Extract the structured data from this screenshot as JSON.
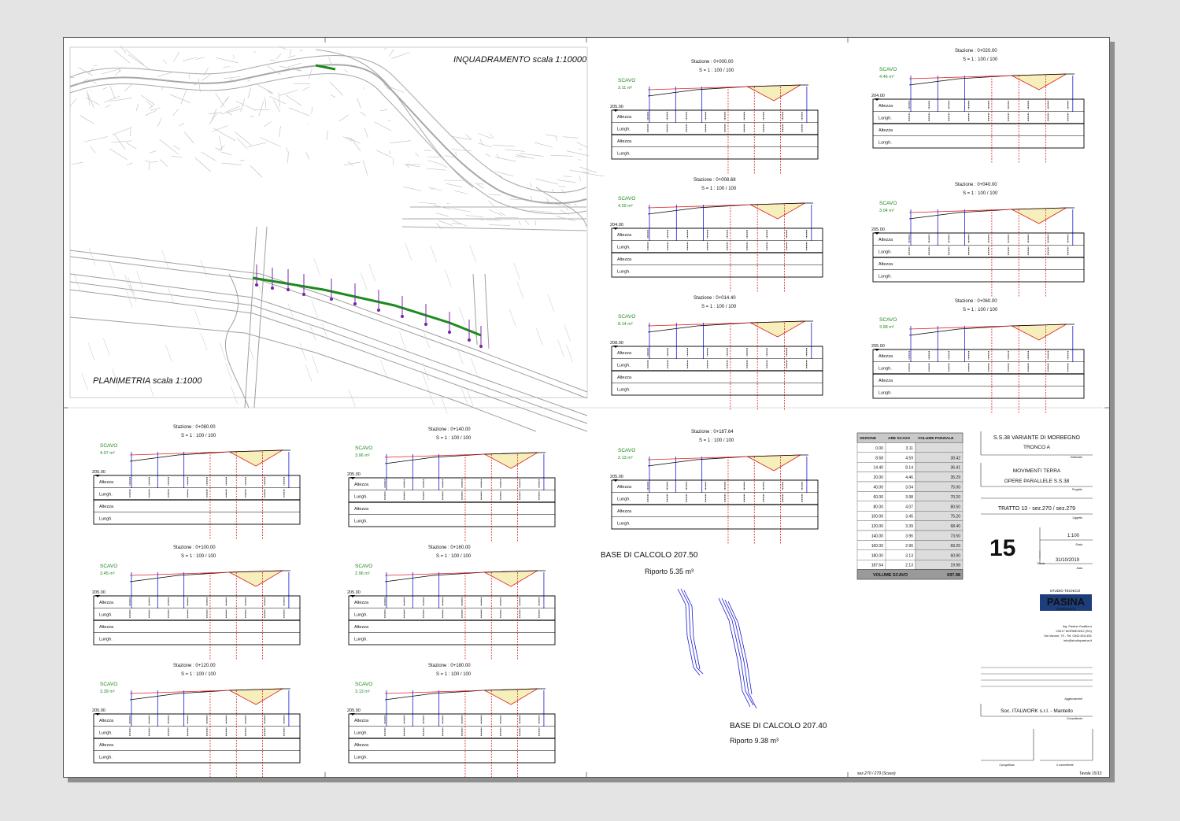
{
  "maps": {
    "inquadramento_label": "INQUADRAMENTO scala 1:10000",
    "planimetria_label": "PLANIMETRIA scala 1:1000"
  },
  "sections": [
    {
      "id": "s000",
      "station": "Stazione : 0+000.00",
      "scale": "S = 1 : 100 / 100",
      "scavo": "SCAVO",
      "area": "3.11 m²",
      "datum": "205.00"
    },
    {
      "id": "s020",
      "station": "Stazione : 0+020.00",
      "scale": "S = 1 : 100 / 100",
      "scavo": "SCAVO",
      "area": "4.46 m²",
      "datum": "204.00"
    },
    {
      "id": "s008",
      "station": "Stazione : 0+008.68",
      "scale": "S = 1 : 100 / 100",
      "scavo": "SCAVO",
      "area": "4.59 m²",
      "datum": "204.00"
    },
    {
      "id": "s040",
      "station": "Stazione : 0+040.00",
      "scale": "S = 1 : 100 / 100",
      "scavo": "SCAVO",
      "area": "3.04 m²",
      "datum": "205.00"
    },
    {
      "id": "s014",
      "station": "Stazione : 0+014.40",
      "scale": "S = 1 : 100 / 100",
      "scavo": "SCAVO",
      "area": "8.14 m²",
      "datum": "208.00"
    },
    {
      "id": "s060",
      "station": "Stazione : 0+060.00",
      "scale": "S = 1 : 100 / 100",
      "scavo": "SCAVO",
      "area": "3.98 m²",
      "datum": "205.00"
    },
    {
      "id": "s080",
      "station": "Stazione : 0+080.00",
      "scale": "S = 1 : 100 / 100",
      "scavo": "SCAVO",
      "area": "4.07 m²",
      "datum": "205.00"
    },
    {
      "id": "s140",
      "station": "Stazione : 0+140.00",
      "scale": "S = 1 : 100 / 100",
      "scavo": "SCAVO",
      "area": "3.96 m²",
      "datum": "205.00"
    },
    {
      "id": "s187",
      "station": "Stazione : 0+187.64",
      "scale": "S = 1 : 100 / 100",
      "scavo": "SCAVO",
      "area": "2.13 m²",
      "datum": "205.00"
    },
    {
      "id": "s100",
      "station": "Stazione : 0+100.00",
      "scale": "S = 1 : 100 / 100",
      "scavo": "SCAVO",
      "area": "3.45 m²",
      "datum": "205.00"
    },
    {
      "id": "s160",
      "station": "Stazione : 0+160.00",
      "scale": "S = 1 : 100 / 100",
      "scavo": "SCAVO",
      "area": "2.96 m²",
      "datum": "205.00"
    },
    {
      "id": "s120",
      "station": "Stazione : 0+120.00",
      "scale": "S = 1 : 100 / 100",
      "scavo": "SCAVO",
      "area": "3.39 m²",
      "datum": "205.00"
    },
    {
      "id": "s180",
      "station": "Stazione : 0+180.00",
      "scale": "S = 1 : 100 / 100",
      "scavo": "SCAVO",
      "area": "3.13 m²",
      "datum": "205.00"
    }
  ],
  "row_labels": {
    "quota": "Altezza",
    "dist": "Lungh.",
    "quota2": "Altezza",
    "dist2": "Lungh."
  },
  "calc": {
    "base1": "BASE DI CALCOLO 207.50",
    "riporto1": "Riporto 5.35 m³",
    "base2": "BASE DI CALCOLO 207.40",
    "riporto2": "Riporto 9.38 m³"
  },
  "volume_table": {
    "headers": [
      "SEZIONE",
      "ARE SCAVO",
      "VOLUME PARZIALE"
    ],
    "rows": [
      [
        "0.00",
        "3.11",
        ""
      ],
      [
        "8.68",
        "4.59",
        "30.42"
      ],
      [
        "14.40",
        "8.14",
        "36.41"
      ],
      [
        "20.00",
        "4.46",
        "35.29"
      ],
      [
        "40.00",
        "3.04",
        "75.00"
      ],
      [
        "60.00",
        "3.98",
        "70.20"
      ],
      [
        "80.00",
        "4.07",
        "80.50"
      ],
      [
        "100.00",
        "3.45",
        "75.20"
      ],
      [
        "120.00",
        "3.39",
        "68.40"
      ],
      [
        "140.00",
        "3.96",
        "73.50"
      ],
      [
        "160.00",
        "2.96",
        "69.20"
      ],
      [
        "180.00",
        "3.13",
        "60.90"
      ],
      [
        "187.64",
        "2.13",
        "19.98"
      ]
    ],
    "total_label": "VOLUME SCAVO",
    "total_value": "697.98"
  },
  "title_block": {
    "line1": "S.S.38 VARIANTE DI MORBEGNO",
    "line2": "TRONCO A",
    "lab1": "Elaborato",
    "line3": "MOVIMENTI TERRA",
    "line4": "OPERE PARALLELE S.S.38",
    "lab2": "Progetto",
    "line5": "TRATTO 13 - sez.270 / sez.279",
    "lab3": "Oggetto",
    "sheet_no": "15",
    "lab4": "Tavola",
    "scale": "1:100",
    "lab5": "Scala",
    "date": "31/10/2019",
    "lab6": "Data",
    "studio_top": "STUDIO TECNICO",
    "studio_name": "PASINA",
    "studio_sub": "ASSOCIATI",
    "studio_addr1": "Ing. Pasina Gualtiero",
    "studio_addr2": "23017 MORBEGNO (SO)",
    "studio_addr3": "Via Vanoni, 79 - Tel. 0342.610.451",
    "studio_addr4": "info@studiopasina.it",
    "lab7": "Aggiornamenti",
    "company": "Soc. ITALWORK s.r.l. - Mantello",
    "lab8": "Committente",
    "lab9": "Il progettista",
    "lab10": "Il committente"
  },
  "footer": {
    "path": "sez.270 / 279 (Scavo)",
    "ref": "Tavola 15/13"
  },
  "colors": {
    "fill": "#f5f0bb",
    "ground": "#000000",
    "cut": "#e02020",
    "blue": "#1a1ad6",
    "map": "#a8a8a8",
    "green": "#1c8a1c"
  }
}
